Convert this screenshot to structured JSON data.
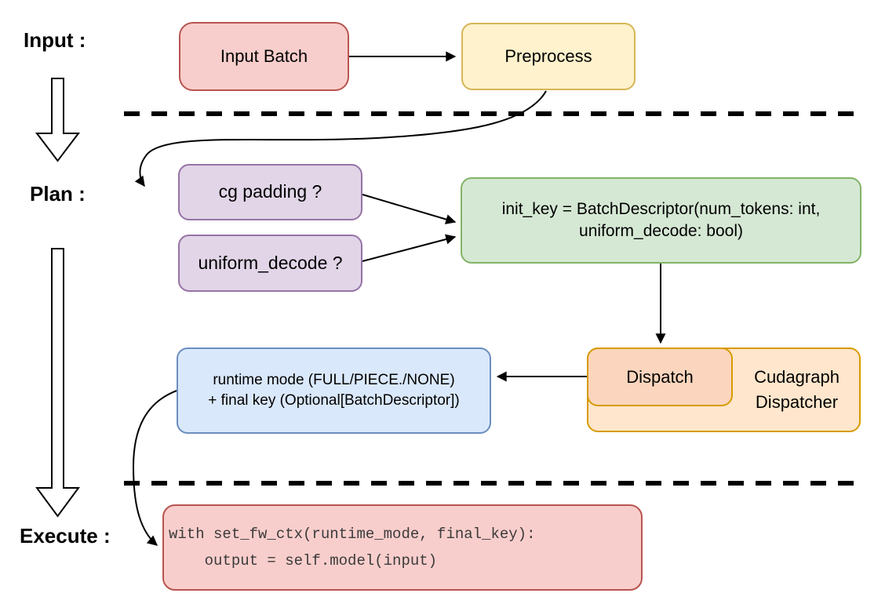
{
  "sections": {
    "input_label": "Input :",
    "plan_label": "Plan :",
    "execute_label": "Execute :"
  },
  "nodes": {
    "input_batch": "Input Batch",
    "preprocess": "Preprocess",
    "cg_padding": "cg padding ?",
    "uniform_decode": "uniform_decode ?",
    "init_key_line1": "init_key = BatchDescriptor(num_tokens: int,",
    "init_key_line2": "uniform_decode: bool)",
    "dispatch": "Dispatch",
    "dispatcher_line1": "Cudagraph",
    "dispatcher_line2": "Dispatcher",
    "runtime_line1": "runtime mode (FULL/PIECE./NONE)",
    "runtime_line2": "+ final key (Optional[BatchDescriptor])",
    "code_line1": "with set_fw_ctx(runtime_mode, final_key):",
    "code_line2": "    output = self.model(input)"
  },
  "colors": {
    "red_fill": "#f8cecc",
    "red_stroke": "#b85450",
    "yellow_fill": "#fff2cc",
    "yellow_stroke": "#d6b656",
    "purple_fill": "#e1d5e7",
    "purple_stroke": "#9673a6",
    "green_fill": "#d5e8d4",
    "green_stroke": "#82b366",
    "blue_fill": "#dae8fc",
    "blue_stroke": "#6c8ebf",
    "orange_fill": "#ffe6cc",
    "orange_inner_fill": "#fbd5bd",
    "orange_stroke": "#d79b00",
    "arrow_color": "#000000",
    "code_text": "#3b3b3b"
  }
}
